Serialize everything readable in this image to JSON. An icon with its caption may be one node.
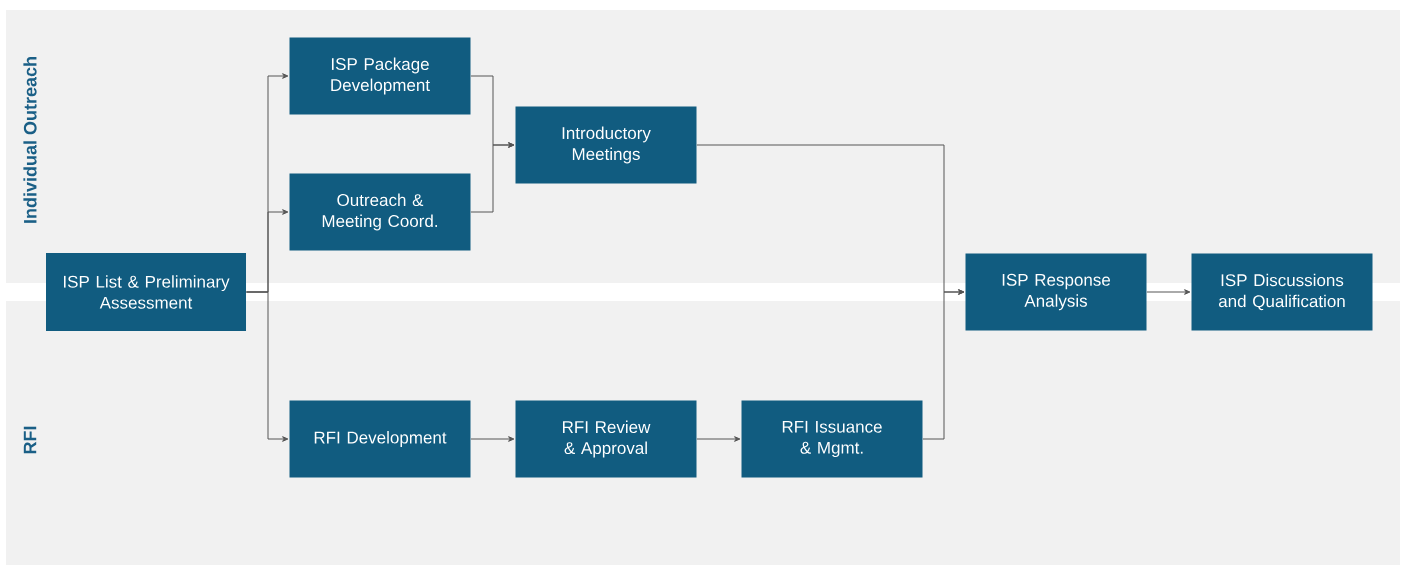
{
  "diagram": {
    "nodes": [
      {
        "text": [
          "ISP List & Preliminary Assessment"
        ]
      },
      {
        "text": [
          "ISP Package Development"
        ]
      },
      {
        "text": [
          "Outreach & Meeting Coord."
        ]
      },
      {
        "text": [
          "Introductory Meetings"
        ]
      },
      {
        "text": [
          "RFI Development"
        ]
      },
      {
        "text": [
          "RFI Review & Approval"
        ]
      },
      {
        "text": [
          "RFI Issuance & Mgmt."
        ]
      },
      {
        "text": [
          "ISP Response Analysis"
        ]
      },
      {
        "text": [
          "ISP Discussions and Qualification"
        ]
      }
    ],
    "edges": [
      {
        "from": 0,
        "to": 1,
        "arrow": "to"
      },
      {
        "from": 0,
        "to": 2,
        "arrow": "to"
      },
      {
        "from": 0,
        "to": 4,
        "arrow": "to"
      },
      {
        "from": 1,
        "to": 3,
        "arrow": "to"
      },
      {
        "from": 2,
        "to": 3,
        "arrow": "to"
      },
      {
        "from": 3,
        "to": 7,
        "arrow": "to"
      },
      {
        "from": 4,
        "to": 5,
        "arrow": "to"
      },
      {
        "from": 5,
        "to": 6,
        "arrow": "to"
      },
      {
        "from": 6,
        "to": 7,
        "arrow": "to"
      },
      {
        "from": 7,
        "to": 8,
        "arrow": "to"
      }
    ],
    "labels": [
      "Individual Outreach",
      "RFI"
    ]
  }
}
